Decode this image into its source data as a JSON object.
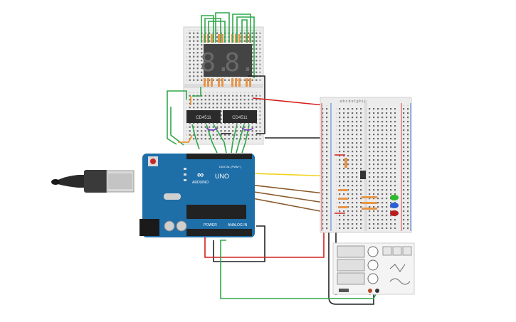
{
  "arduino": {
    "brand_label": "ARDUINO",
    "model_label": "UNO",
    "digital_header_label": "DIGITAL (PWM~)",
    "power_label": "POWER",
    "analog_label": "ANALOG IN"
  },
  "ic_left": {
    "label": "CD4511"
  },
  "ic_right": {
    "label": "CD4511"
  },
  "seven_segment": {
    "left_digit": "8.",
    "right_digit": "8."
  },
  "breadboard_right": {
    "column_labels": "a b c d e   f g h i j"
  },
  "leds": {
    "colors": [
      "#2db82d",
      "#2a5fd6",
      "#b81c1c"
    ]
  },
  "colors": {
    "wire_green": "#2ea84a",
    "wire_red": "#d42020",
    "wire_black": "#222222",
    "wire_yellow": "#f2d21b",
    "wire_brown": "#8a5a2b",
    "wire_orange": "#e88a1a",
    "wire_purple": "#7b3fb8",
    "arduino_blue": "#1e6ea8"
  }
}
